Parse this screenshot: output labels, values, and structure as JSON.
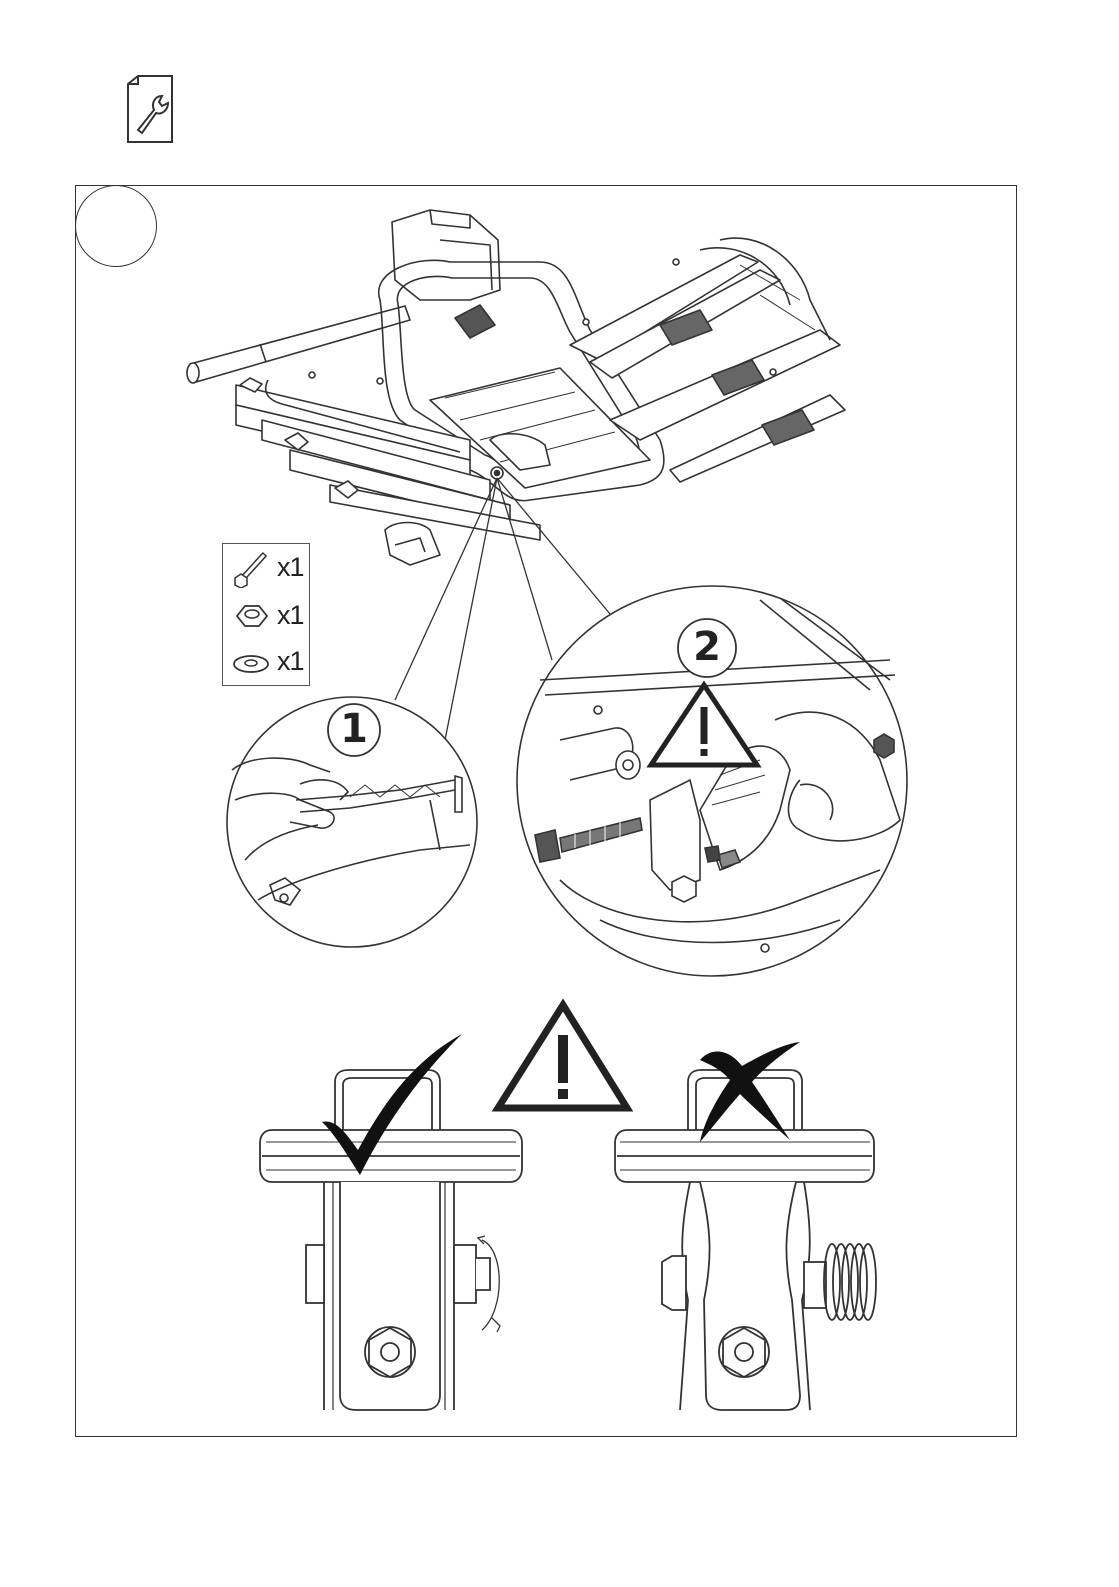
{
  "page_icon": "wrench-document-icon",
  "step": {
    "number": "",
    "hardware_kit": [
      {
        "icon": "bolt-icon",
        "qty": "x1"
      },
      {
        "icon": "nut-icon",
        "qty": "x1"
      },
      {
        "icon": "washer-icon",
        "qty": "x1"
      }
    ],
    "detail_1": {
      "label": "1",
      "icon": "cutting-pliers-icon"
    },
    "detail_2": {
      "label": "2",
      "icon": "warning-triangle-icon"
    },
    "comparison": {
      "correct_icon": "checkmark-icon",
      "warning_icon": "warning-triangle-icon",
      "wrong_icon": "cross-icon"
    }
  }
}
